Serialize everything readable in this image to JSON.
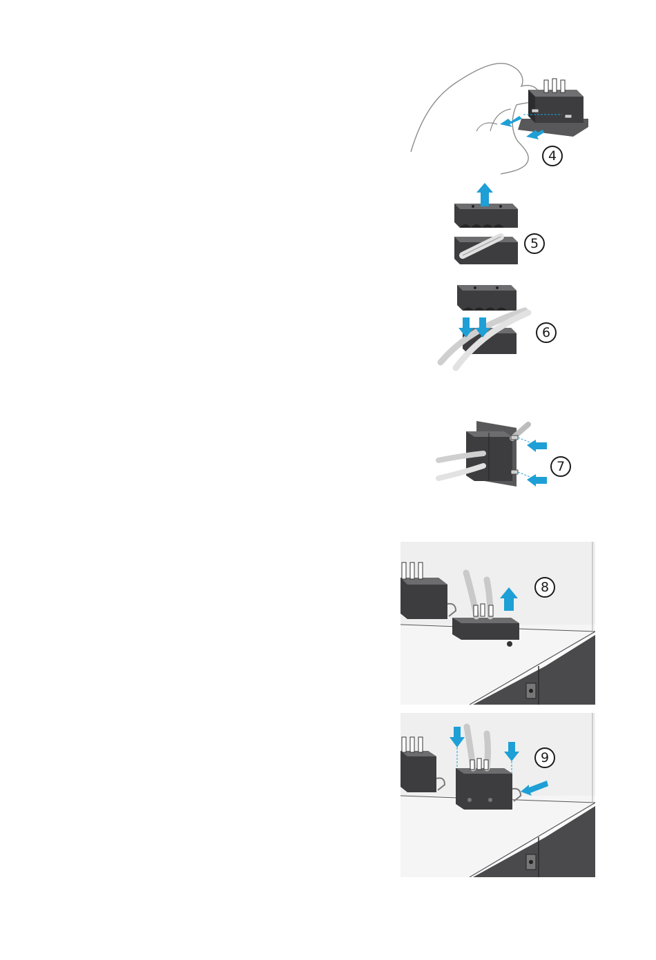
{
  "steps": [
    {
      "number": "4"
    },
    {
      "number": "5"
    },
    {
      "number": "6"
    },
    {
      "number": "7"
    },
    {
      "number": "8"
    },
    {
      "number": "9"
    }
  ],
  "colors": {
    "arrow_blue": "#1e9fd6",
    "block_dark": "#3d3d3f",
    "block_mid": "#58585a",
    "block_light": "#707072",
    "tube_gray": "#c9c9c9",
    "panel_bg": "#efefef"
  },
  "icons": {
    "arrow": "arrow-icon",
    "step_badge": "circled-number"
  }
}
